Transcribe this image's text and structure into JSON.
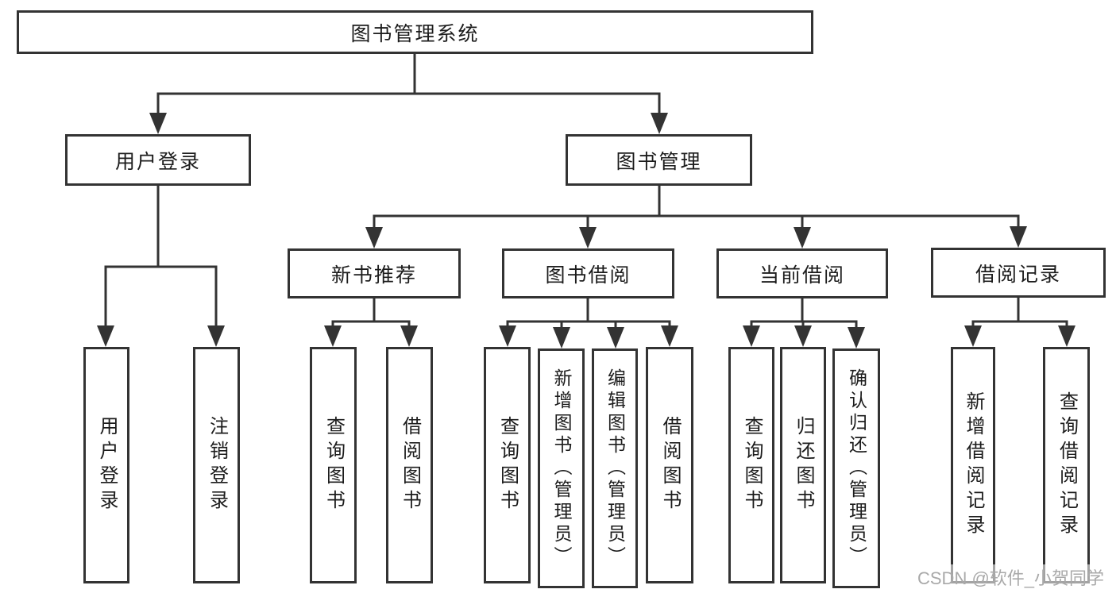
{
  "diagram": {
    "root": {
      "label": "图书管理系统"
    },
    "children": [
      {
        "label": "用户登录",
        "children": [
          {
            "label": "用户登录"
          },
          {
            "label": "注销登录"
          }
        ]
      },
      {
        "label": "图书管理",
        "children": [
          {
            "label": "新书推荐",
            "children": [
              {
                "label": "查询图书"
              },
              {
                "label": "借阅图书"
              }
            ]
          },
          {
            "label": "图书借阅",
            "children": [
              {
                "label": "查询图书"
              },
              {
                "label": "新增图书（管理员）"
              },
              {
                "label": "编辑图书（管理员）"
              },
              {
                "label": "借阅图书"
              }
            ]
          },
          {
            "label": "当前借阅",
            "children": [
              {
                "label": "查询图书"
              },
              {
                "label": "归还图书"
              },
              {
                "label": "确认归还（管理员）"
              }
            ]
          },
          {
            "label": "借阅记录",
            "children": [
              {
                "label": "新增借阅记录"
              },
              {
                "label": "查询借阅记录"
              }
            ]
          }
        ]
      }
    ]
  },
  "watermark": {
    "text": "CSDN @软件_小贺同学"
  },
  "colors": {
    "line": "#333333",
    "text": "#1c1c1c",
    "box_background": "#ffffff",
    "page_background": "#ffffff",
    "watermark": "#a9a9a9"
  }
}
